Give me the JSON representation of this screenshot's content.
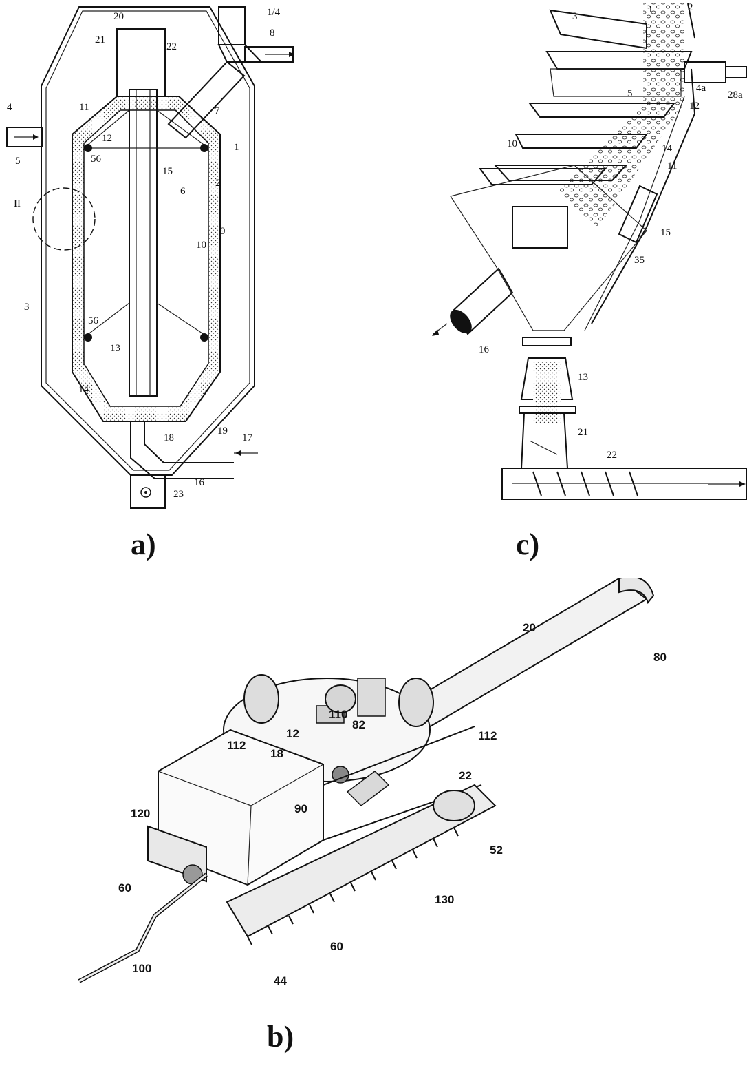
{
  "panel_a": {
    "caption": "a)",
    "labels": [
      "20",
      "21",
      "22",
      "1/4",
      "8",
      "11",
      "12",
      "7",
      "4",
      "5",
      "56",
      "1",
      "15",
      "6",
      "2",
      "II",
      "9",
      "10",
      "3",
      "56",
      "13",
      "14",
      "18",
      "19",
      "17",
      "16",
      "23"
    ]
  },
  "panel_c": {
    "caption": "c)",
    "labels": [
      "3",
      "1",
      "2",
      "28a",
      "4a",
      "5",
      "12",
      "10",
      "14",
      "11",
      "15",
      "35",
      "16",
      "13",
      "21",
      "22"
    ]
  },
  "panel_b": {
    "caption": "b)",
    "labels": [
      "20",
      "80",
      "110",
      "82",
      "12",
      "112",
      "112",
      "18",
      "22",
      "120",
      "90",
      "52",
      "60",
      "130",
      "100",
      "60",
      "44"
    ]
  }
}
